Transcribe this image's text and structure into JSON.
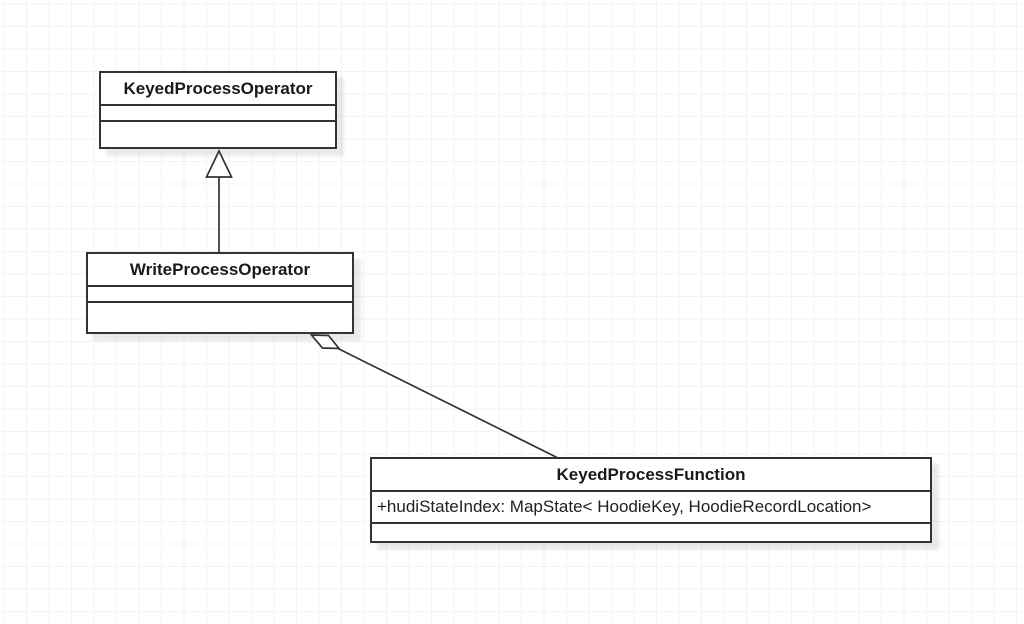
{
  "diagram": {
    "type": "uml-class-diagram",
    "classes": [
      {
        "name": "KeyedProcessOperator",
        "attributes": [],
        "methods": []
      },
      {
        "name": "WriteProcessOperator",
        "attributes": [],
        "methods": []
      },
      {
        "name": "KeyedProcessFunction",
        "attributes": [
          "+hudiStateIndex: MapState< HoodieKey, HoodieRecordLocation>"
        ],
        "methods": []
      }
    ],
    "relationships": [
      {
        "type": "generalization",
        "from": "WriteProcessOperator",
        "to": "KeyedProcessOperator",
        "marker": "hollow-triangle"
      },
      {
        "type": "aggregation",
        "from": "WriteProcessOperator",
        "to": "KeyedProcessFunction",
        "marker": "hollow-diamond"
      }
    ],
    "colors": {
      "node_border": "#333333",
      "node_fill": "#ffffff",
      "text": "#1a1a1a",
      "grid_line": "#f3f3f3",
      "background": "#ffffff",
      "shadow": "rgba(0,0,0,0.085)"
    }
  }
}
